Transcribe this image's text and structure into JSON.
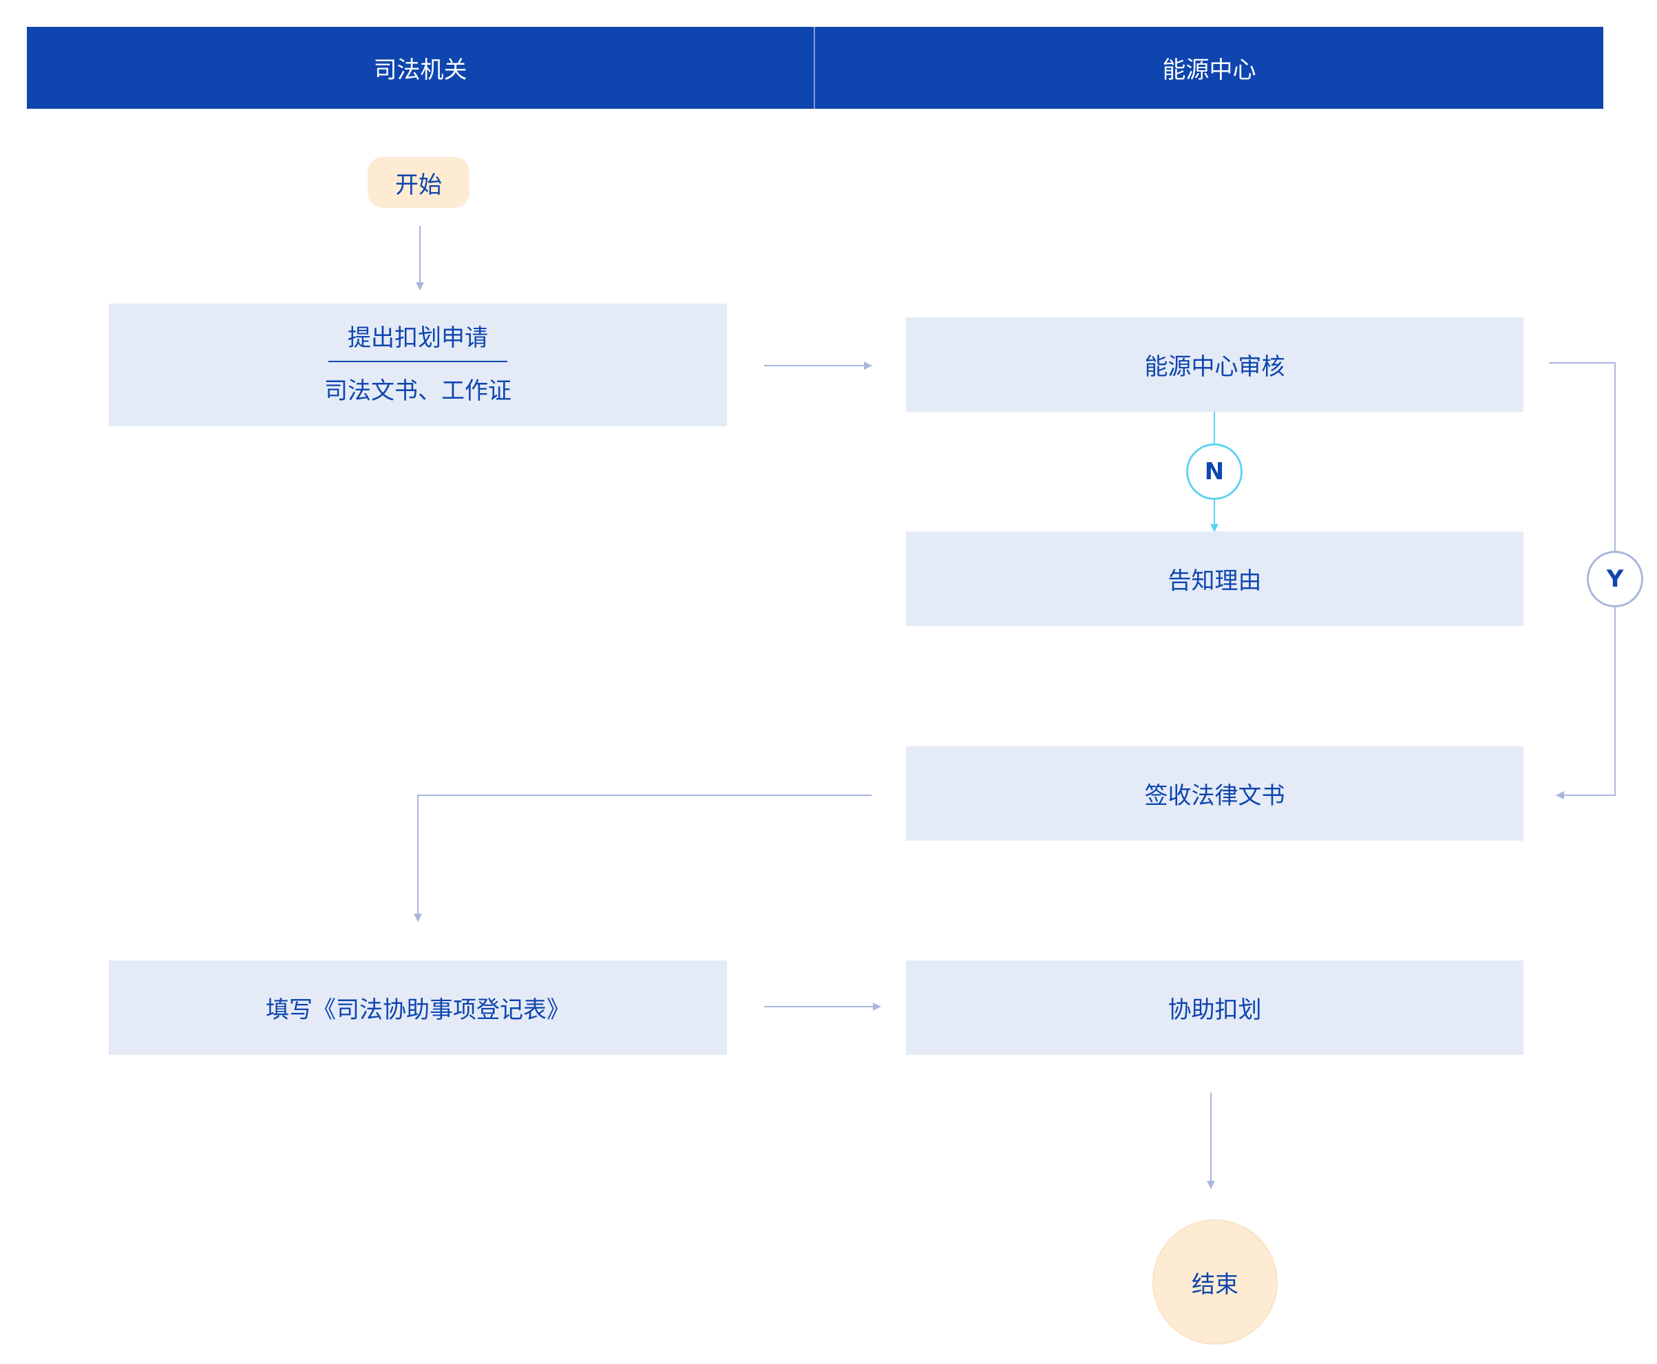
{
  "lanes": [
    {
      "title": "司法机关"
    },
    {
      "title": "能源中心"
    }
  ],
  "nodes": {
    "start": "开始",
    "apply": {
      "title": "提出扣划申请",
      "materials": "司法文书、工作证"
    },
    "review": "能源中心审核",
    "notify": "告知理由",
    "sign": "签收法律文书",
    "fill_form": "填写《司法协助事项登记表》",
    "assist": "协助扣划",
    "end": "结束"
  },
  "branches": {
    "no": "N",
    "yes": "Y"
  },
  "colors": {
    "header": "#0f45ae",
    "node_fill": "#e4ebf7",
    "terminal_fill": "#fdebd3",
    "text": "#0f45ae",
    "connector": "#a9b6dd",
    "no_branch": "#5fd3f3"
  }
}
